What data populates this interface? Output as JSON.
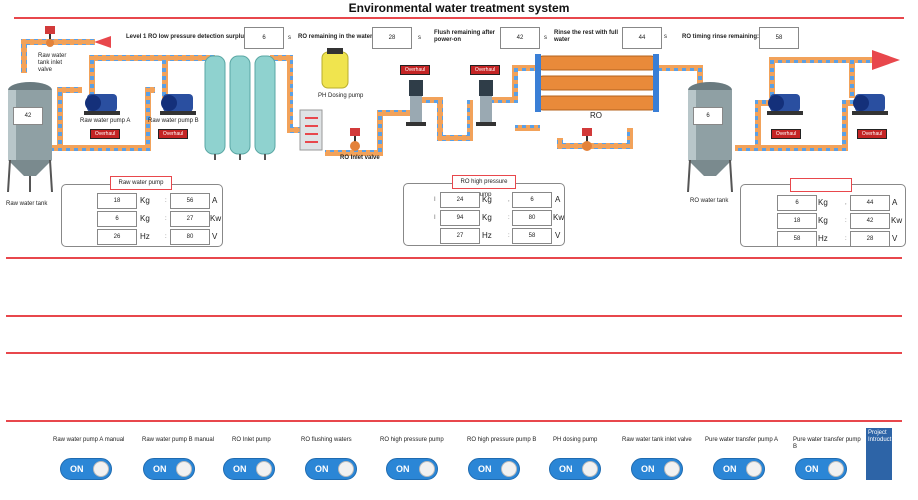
{
  "title": "Environmental water treatment system",
  "header": {
    "level1_label": "Level 1 RO low pressure detection surplus",
    "level1_value": "6",
    "level1_unit": "s",
    "ro_remaining_label": "RO remaining in the water",
    "ro_remaining_value": "28",
    "ro_remaining_unit": "s",
    "flush_label": "Flush remaining after power-on",
    "flush_value": "42",
    "flush_unit": "s",
    "rinse_label": "Rinse the rest with full water",
    "rinse_value": "44",
    "rinse_unit": "s",
    "timing_label": "RO timing rinse remaining:",
    "timing_value": "58"
  },
  "diagram": {
    "raw_tank_valve_label": "Raw water tank inlet valve",
    "raw_tank_label": "Raw water tank",
    "raw_tank_level": "42",
    "pump_a_label": "Raw water pump A",
    "pump_b_label": "Raw water pump B",
    "ph_label": "PH Dosing pump",
    "ro_inlet_label": "RO Inlet valve",
    "ro_label": "RO",
    "ro_tank_label": "RO water tank",
    "ro_tank_level": "6",
    "overhaul": "Overhaul"
  },
  "panels": {
    "raw": {
      "title": "Raw water pump",
      "rows": [
        {
          "a": "18",
          "ua": "Kg",
          "b": "56",
          "ub": "A"
        },
        {
          "a": "6",
          "ua": "Kg",
          "b": "27",
          "ub": "Kw"
        },
        {
          "a": "26",
          "ua": "Hz",
          "b": "80",
          "ub": "V"
        }
      ]
    },
    "ro_hp": {
      "title": "RO high pressure pump",
      "rows": [
        {
          "a": "24",
          "ua": "Kg",
          "b": "6",
          "ub": "A"
        },
        {
          "a": "94",
          "ua": "Kg",
          "b": "80",
          "ub": "Kw"
        },
        {
          "a": "27",
          "ua": "Hz",
          "b": "58",
          "ub": "V"
        }
      ]
    },
    "pure": {
      "title": "",
      "rows": [
        {
          "a": "6",
          "ua": "Kg",
          "b": "44",
          "ub": "A"
        },
        {
          "a": "18",
          "ua": "Kg",
          "b": "42",
          "ub": "Kw"
        },
        {
          "a": "58",
          "ua": "Hz",
          "b": "28",
          "ub": "V"
        }
      ]
    }
  },
  "toggles": [
    {
      "label": "Raw water pump A manual",
      "state": "ON"
    },
    {
      "label": "Raw water pump B manual",
      "state": "ON"
    },
    {
      "label": "RO Inlet pump",
      "state": "ON"
    },
    {
      "label": "RO flushing waters",
      "state": "ON"
    },
    {
      "label": "RO high pressure pump",
      "state": "ON"
    },
    {
      "label": "RO high pressure pump B",
      "state": "ON"
    },
    {
      "label": "PH dosing pump",
      "state": "ON"
    },
    {
      "label": "Raw water tank inlet valve",
      "state": "ON"
    },
    {
      "label": "Pure water transfer pump A",
      "state": "ON"
    },
    {
      "label": "Pure water transfer pump B",
      "state": "ON"
    }
  ],
  "project_button": "Project Introduct",
  "colors": {
    "accent_red": "#e8474c",
    "toggle_blue": "#2b86d6",
    "pipe_orange": "#f2a25a",
    "pipe_blue": "#5aa0e6"
  }
}
